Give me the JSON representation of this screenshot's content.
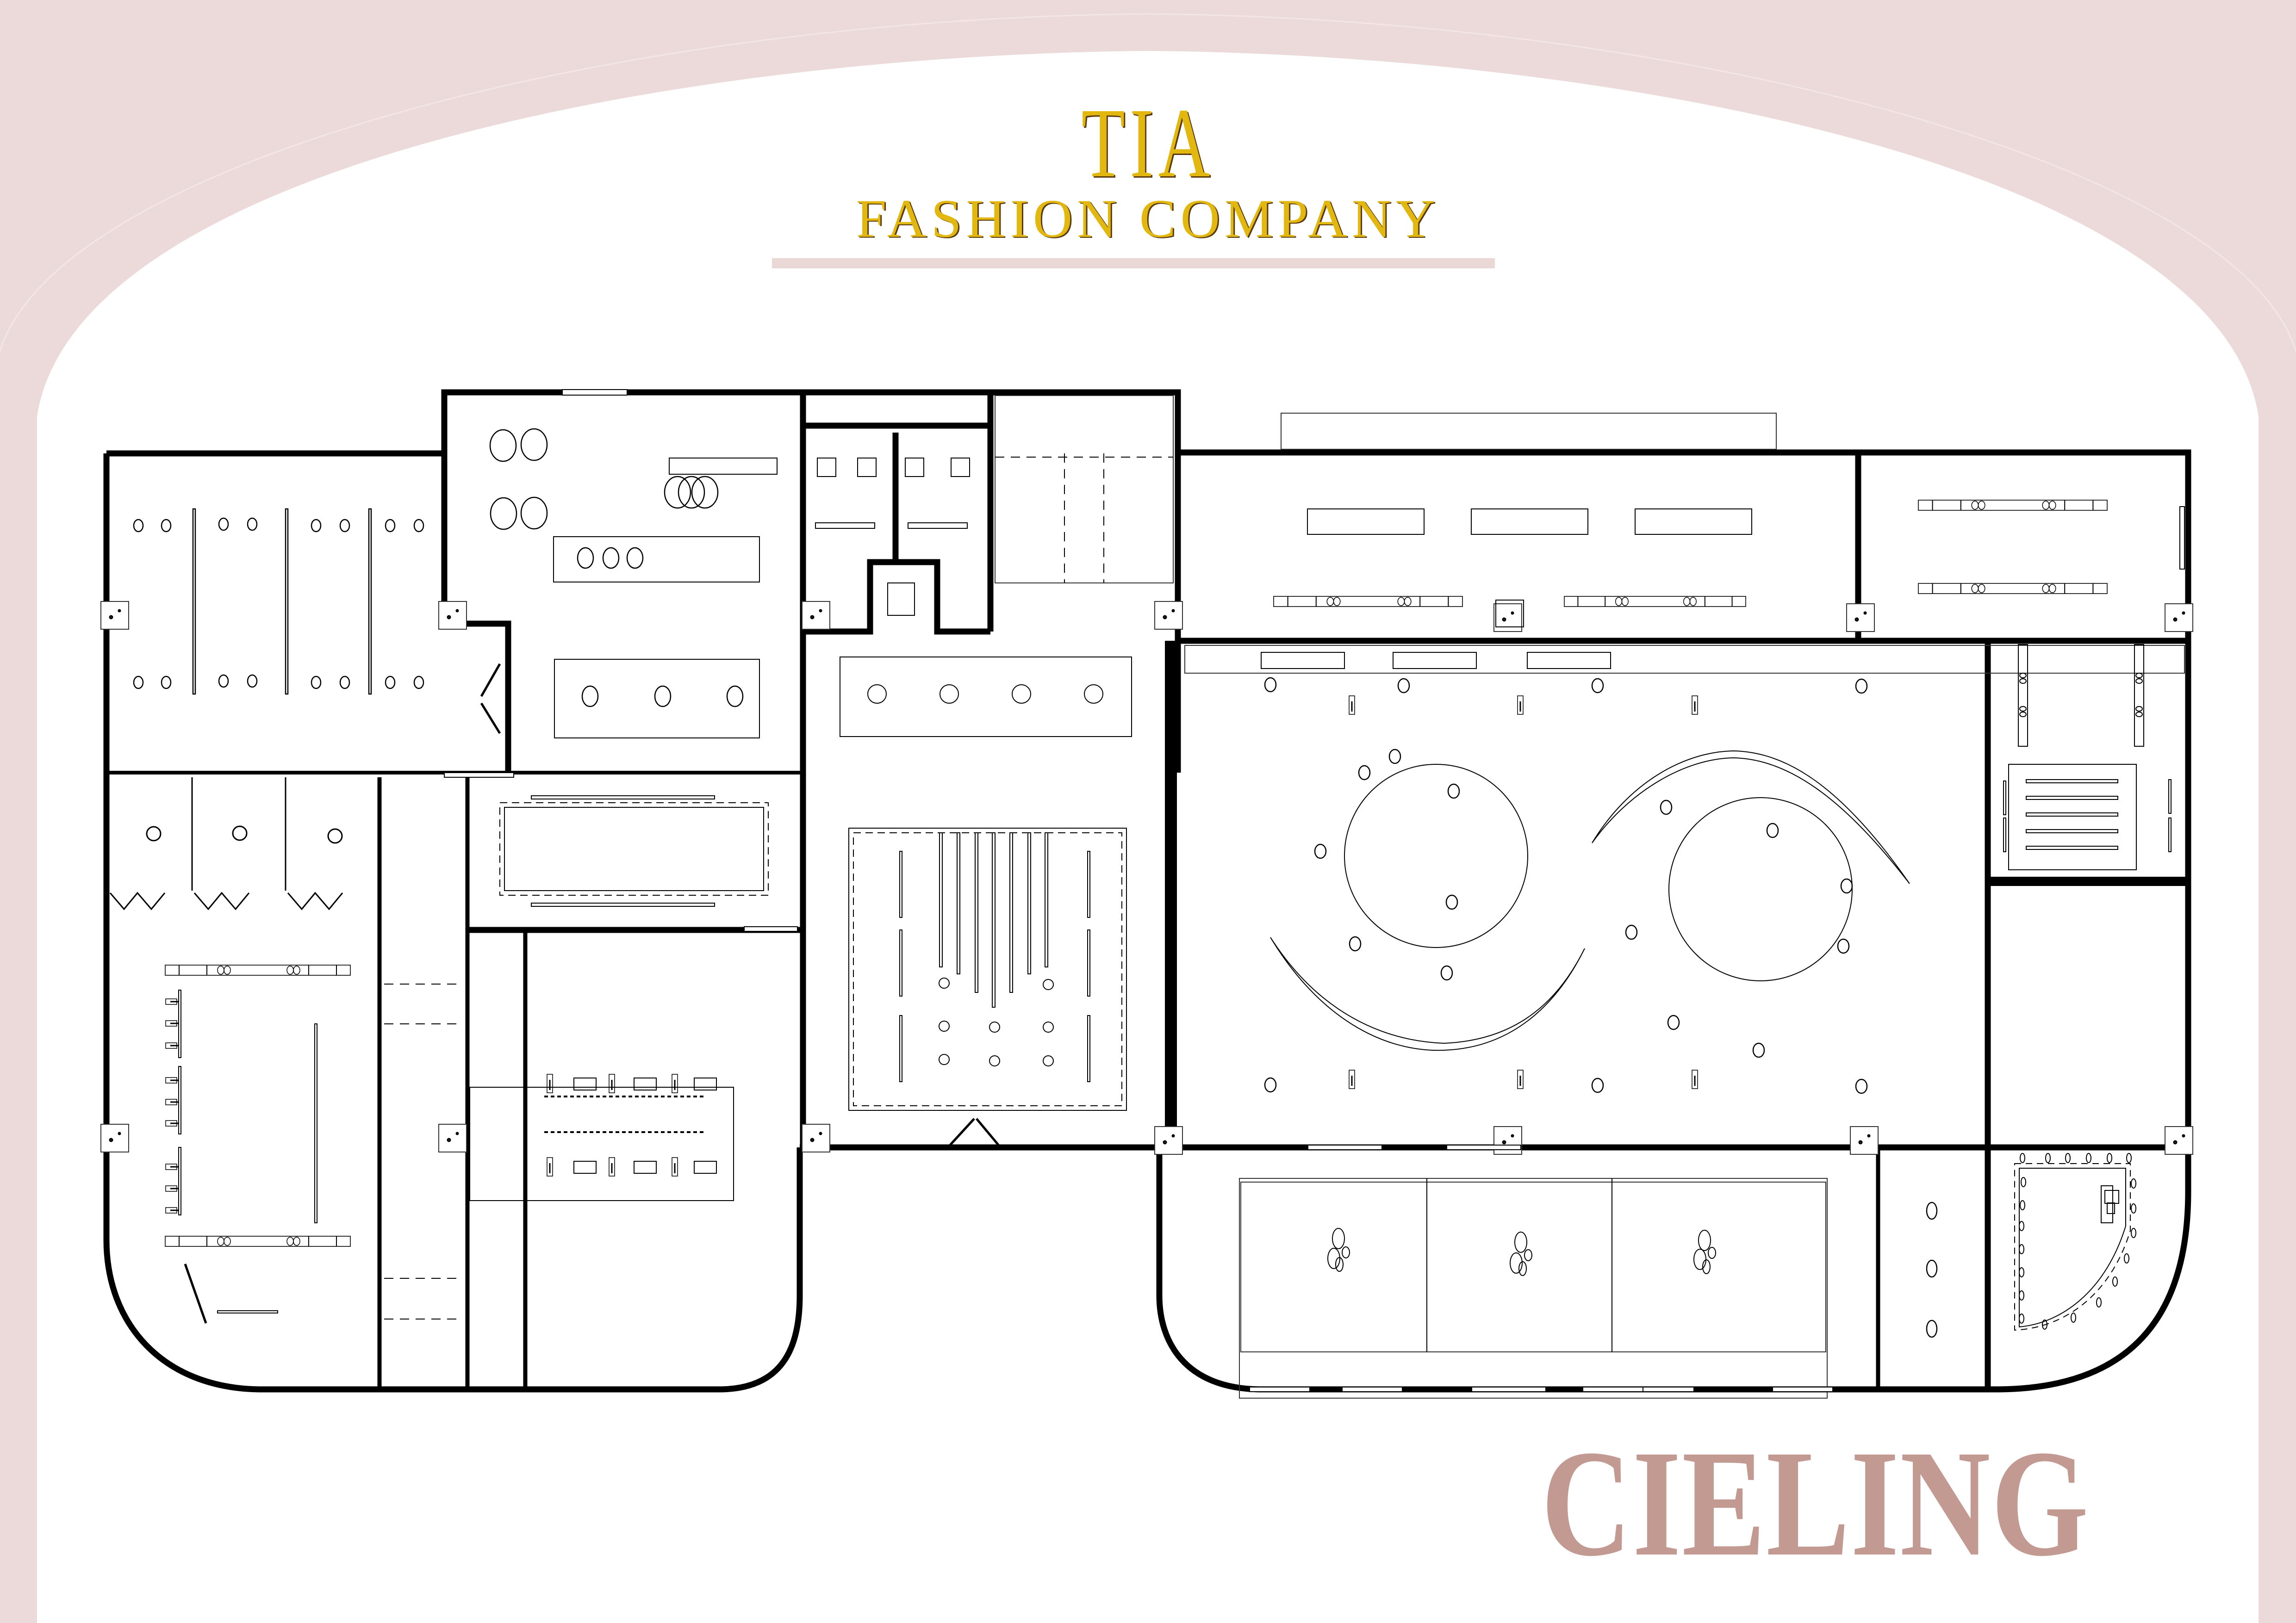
{
  "header": {
    "brand": "TIA",
    "subtitle": "FASHION COMPANY"
  },
  "sheet": {
    "label": "CIELING",
    "type": "reflected ceiling plan"
  },
  "colors": {
    "frame_background": "#ebdad9",
    "page_background": "#ffffff",
    "brand_gold": "#e2b810",
    "brand_shadow": "#5a3a10",
    "label_rose": "#c39a92",
    "wall": "#000000",
    "line": "#333333"
  },
  "plan": {
    "rooms": [
      {
        "id": "west-hall-north",
        "fixtures": "16 downlights, 3 linear light strips"
      },
      {
        "id": "lounge-north",
        "fixtures": "8 pendant circles, 1 linear fixture, recessed panel with 3 downlights"
      },
      {
        "id": "restrooms",
        "fixtures": "4 square ceiling vents, 2 linear lights"
      },
      {
        "id": "stair-core",
        "fixtures": "dashed ceiling outline"
      },
      {
        "id": "corridor-center",
        "fixtures": "recessed panel with 4 downlights"
      },
      {
        "id": "north-gallery",
        "fixtures": "3 panels, 2 track lights"
      },
      {
        "id": "northeast-room",
        "fixtures": "2 track lights"
      },
      {
        "id": "fitting-rooms",
        "fixtures": "3 downlights"
      },
      {
        "id": "west-hall-south",
        "fixtures": "2 track lights, spot tracks"
      },
      {
        "id": "corridor-west",
        "fixtures": "dashed bands"
      },
      {
        "id": "display-room",
        "fixtures": "recessed panel, dashed cove"
      },
      {
        "id": "stock-room",
        "fixtures": "spot tracks, 2 rows of LED points"
      },
      {
        "id": "central-showroom",
        "fixtures": "7 linear slots, 6 spot tracks, 8 downlights"
      },
      {
        "id": "main-atrium",
        "fixtures": "2 circular coves, 2 crescent coves, 24 downlights, 6 wall washers"
      },
      {
        "id": "east-room-north",
        "fixtures": "2 vertical track lights"
      },
      {
        "id": "east-room-south",
        "fixtures": "5 linear lights, 4 spot tracks"
      },
      {
        "id": "south-gallery",
        "fixtures": "3 panels with pendant clusters"
      },
      {
        "id": "south-corridor",
        "fixtures": "3 downlights"
      },
      {
        "id": "southeast-lounge",
        "fixtures": "perimeter downlights, dashed cove"
      }
    ]
  }
}
